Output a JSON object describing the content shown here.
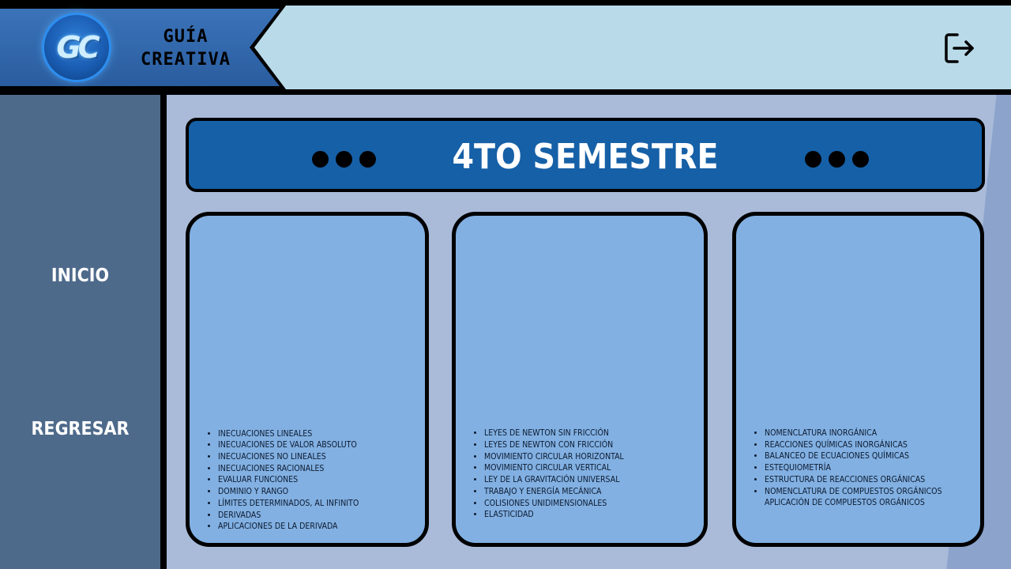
{
  "header": {
    "logo_text": "GC",
    "brand_line1": "GUÍA",
    "brand_line2": "CREATIVA",
    "logout_icon": "logout-icon"
  },
  "sidebar": {
    "items": [
      {
        "label": "INICIO"
      },
      {
        "label": "REGRESAR"
      }
    ]
  },
  "main": {
    "title": "4TO SEMESTRE",
    "cards": [
      {
        "items": [
          "Inecuaciones lineales",
          "Inecuaciones de valor absoluto",
          "Inecuaciones no lineales",
          "Inecuaciones racionales",
          "Evaluar funciones",
          "Dominio y rango",
          "Límites determinados, al infinito",
          "Derivadas",
          "Aplicaciones de la derivada"
        ]
      },
      {
        "items": [
          "Leyes de Newton sin fricción",
          "Leyes de Newton con fricción",
          "Movimiento circular horizontal",
          "Movimiento circular vertical",
          "Ley de la gravitación universal",
          "Trabajo y energía mecánica",
          "Colisiones unidimensionales",
          "Elasticidad"
        ]
      },
      {
        "items": [
          "Nomenclatura inorgánica",
          "Reacciones químicas inorgánicas",
          "Balanceo de ecuaciones químicas",
          "Estequiometría",
          "Estructura de reacciones orgánicas",
          "Nomenclatura de compuestos orgánicos",
          "Aplicación de compuestos orgánicos"
        ]
      }
    ]
  },
  "colors": {
    "title_bar": "#1660a7",
    "card": "#82b0e2",
    "sidebar": "#4e6a8b",
    "header": "#b9dbe9"
  }
}
